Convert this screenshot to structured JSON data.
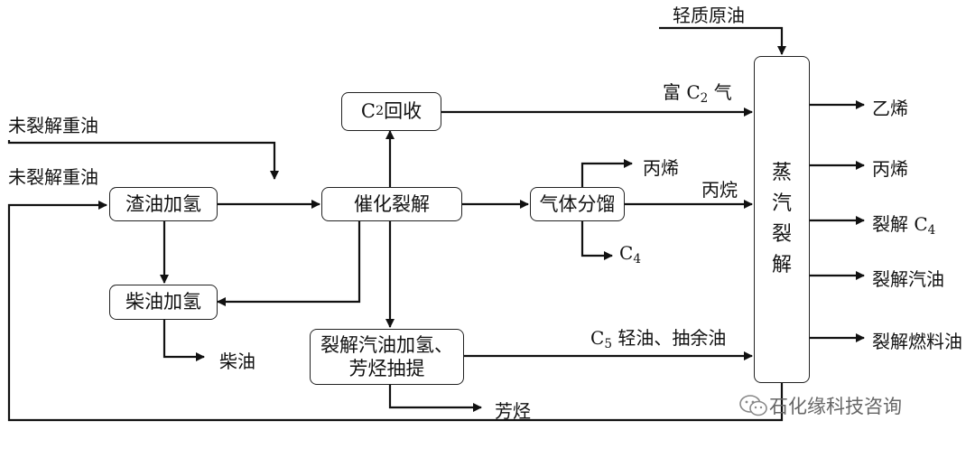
{
  "boxes": {
    "c2_recovery": {
      "sym": "C",
      "sub": "2",
      "text": "回收"
    },
    "resid_hydro": "渣油加氢",
    "fcc": "催化裂解",
    "gas_fractionation": "气体分馏",
    "diesel_hydro": "柴油加氢",
    "gasoline_hydro_line1": "裂解汽油加氢、",
    "gasoline_hydro_line2": "芳烃抽提",
    "steam_cracker": [
      "蒸",
      "汽",
      "裂",
      "解"
    ]
  },
  "labels": {
    "light_crude": "轻质原油",
    "rich_c2_gas": {
      "pre": "富",
      "sym": "C",
      "sub": "2",
      "post": "气"
    },
    "uncracked_heavy_oil_top": "未裂解重油",
    "uncracked_heavy_oil_bottom": "未裂解重油",
    "propylene_gf": "丙烯",
    "propane": "丙烷",
    "c4_gf": {
      "sym": "C",
      "sub": "4"
    },
    "diesel": "柴油",
    "c5_light_oil": {
      "sym": "C",
      "sub": "5",
      "post": " 轻油、抽余油"
    },
    "aromatics": "芳烃"
  },
  "outputs": {
    "ethylene": "乙烯",
    "propylene": "丙烯",
    "cracked_c4": {
      "pre": "裂解 ",
      "sym": "C",
      "sub": "4"
    },
    "cracked_gasoline": "裂解汽油",
    "cracked_fuel_oil": "裂解燃料油"
  },
  "watermark": "石化缘科技咨询"
}
